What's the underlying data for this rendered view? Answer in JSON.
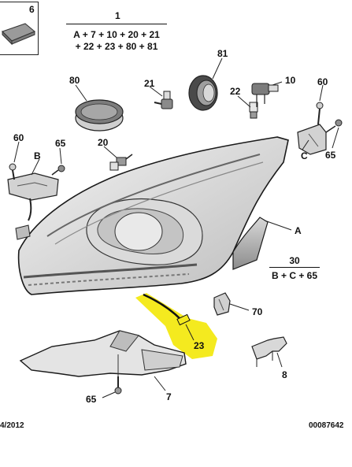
{
  "parts": {
    "p1": "1",
    "p1_formula_line1": "A + 7 + 10 + 20 + 21",
    "p1_formula_line2": "+ 22 + 23 + 80 + 81",
    "p6": "6",
    "p7": "7",
    "p8": "8",
    "p10": "10",
    "p20": "20",
    "p21": "21",
    "p22": "22",
    "p23": "23",
    "p30": "30",
    "p30_formula": "B + C + 65",
    "p60_left": "60",
    "p60_right": "60",
    "p65_left": "65",
    "p65_right": "65",
    "p65_bottom": "65",
    "p70": "70",
    "p80": "80",
    "p81": "81",
    "pA": "A",
    "pB": "B",
    "pC": "C"
  },
  "footer": {
    "date": "4/2012",
    "reference": "00087642"
  },
  "colors": {
    "highlight": "#f4ea1f",
    "ink": "#111111",
    "part_fill": "#e4e4e4"
  }
}
